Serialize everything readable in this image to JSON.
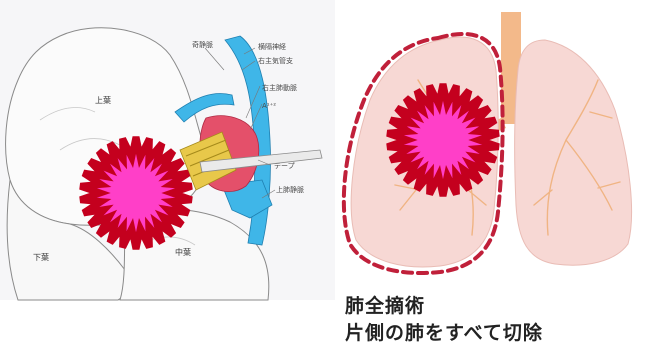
{
  "left_diagram": {
    "labels": {
      "azygos_vein": "奇静脈",
      "phrenic_nerve": "横隔神経",
      "right_main_bronchus": "右主気管支",
      "right_main_pulmonary_artery": "右主肺動脈",
      "a_label": "A¹⁺²",
      "tape": "テープ",
      "superior_pulmonary_vein": "上肺静脈",
      "upper_lobe": "上葉",
      "middle_lobe": "中葉",
      "lower_lobe": "下葉"
    }
  },
  "right_diagram": {
    "caption_title": "肺全摘術",
    "caption_desc": "片側の肺をすべて切除"
  },
  "colors": {
    "vessel_blue": "#3fb6e8",
    "artery_red": "#e4506a",
    "bronchus_yellow": "#e8c84a",
    "lung_pink": "#f7d8d4",
    "trachea_orange": "#f3b98a",
    "dashed_outline": "#c0203a",
    "tumor_fill": "#ff3fc8",
    "tumor_border": "#c4001e"
  }
}
